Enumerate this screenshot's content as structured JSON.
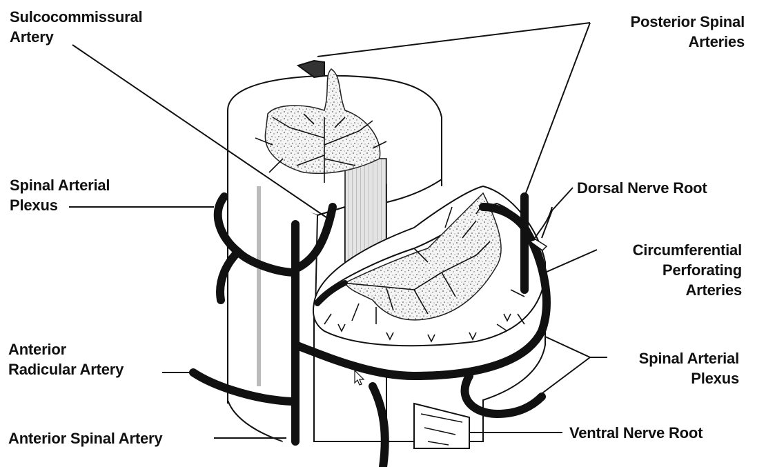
{
  "labels": {
    "sulcocommissural": [
      "Sulcocommissural",
      "Artery"
    ],
    "posterior_spinal": [
      "Posterior Spinal",
      "Arteries"
    ],
    "spinal_plexus_left": [
      "Spinal Arterial",
      "Plexus"
    ],
    "dorsal_root": [
      "Dorsal Nerve Root"
    ],
    "circumferential": [
      "Circumferential",
      "Perforating",
      "Arteries"
    ],
    "anterior_radicular": [
      "Anterior",
      "Radicular Artery"
    ],
    "spinal_plexus_right": [
      "Spinal Arterial",
      "Plexus"
    ],
    "anterior_spinal": [
      "Anterior Spinal Artery"
    ],
    "ventral_root": [
      "Ventral Nerve Root"
    ]
  }
}
